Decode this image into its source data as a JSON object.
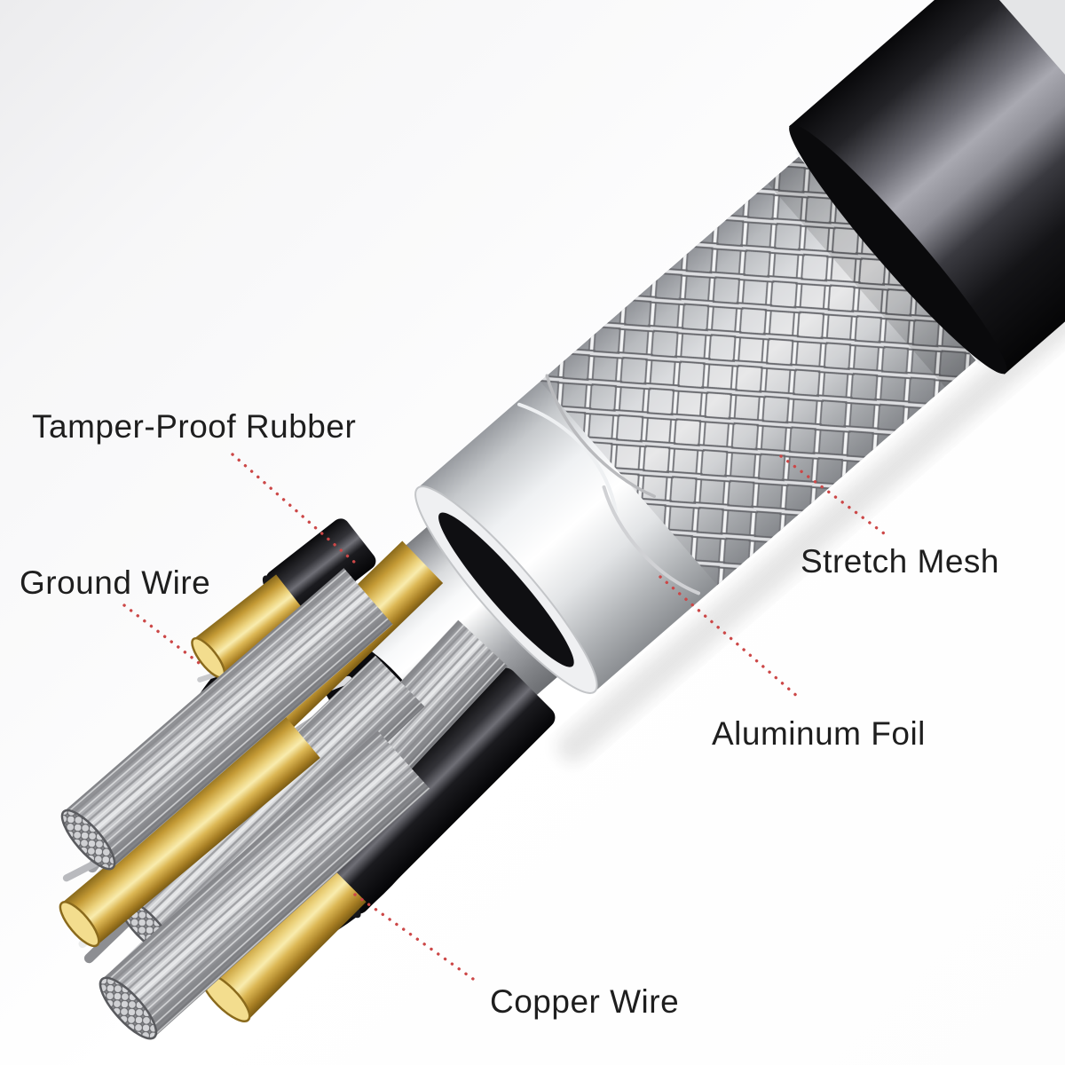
{
  "diagram": {
    "labels": [
      {
        "id": "tamper-proof-rubber",
        "text": "Tamper-Proof Rubber"
      },
      {
        "id": "ground-wire",
        "text": "Ground Wire"
      },
      {
        "id": "stretch-mesh",
        "text": "Stretch Mesh"
      },
      {
        "id": "aluminum-foil",
        "text": "Aluminum Foil"
      },
      {
        "id": "copper-wire",
        "text": "Copper Wire"
      }
    ],
    "colors": {
      "background": "#f6f6f7",
      "label_text": "#1e1e1e",
      "leader_line": "#cc4747",
      "outer_rubber_black": "#0a0a0c",
      "jacket_silver": "#eef0f2",
      "copper_gold": "#e6c765",
      "strand_silver": "#c6c7cb"
    }
  }
}
